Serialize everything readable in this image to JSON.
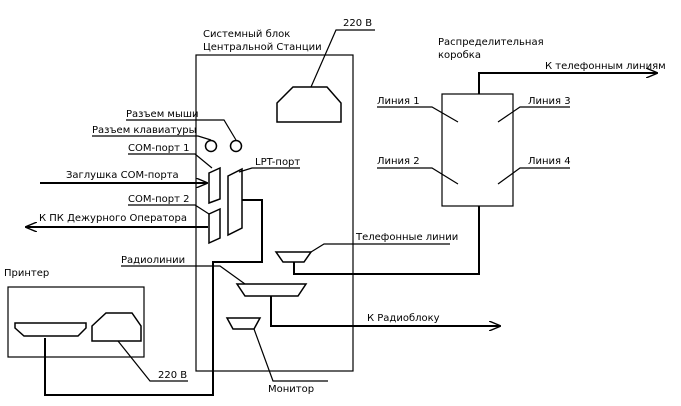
{
  "system_unit": {
    "title_line1": "Системный блок",
    "title_line2": "Центральной Станции"
  },
  "dist_box": {
    "title_line1": "Распределительная",
    "title_line2": "коробка",
    "line1": "Линия 1",
    "line2": "Линия 2",
    "line3": "Линия 3",
    "line4": "Линия 4"
  },
  "labels": {
    "power_top": "220 В",
    "power_printer": "220 В",
    "mouse_port": "Разъем мыши",
    "keyboard_port": "Разъем клавиатуры",
    "com1": "COM-порт 1",
    "com1_plug": "Заглушка COM-порта",
    "com2": "COM-порт 2",
    "duty_pc": "К ПК Дежурного Оператора",
    "lpt": "LPT-порт",
    "phone_lines": "Телефонные линии",
    "radio_lines": "Радиолинии",
    "to_radio": "К Радиоблоку",
    "monitor": "Монитор",
    "printer": "Принтер",
    "to_phone": "К телефонным линиям"
  }
}
